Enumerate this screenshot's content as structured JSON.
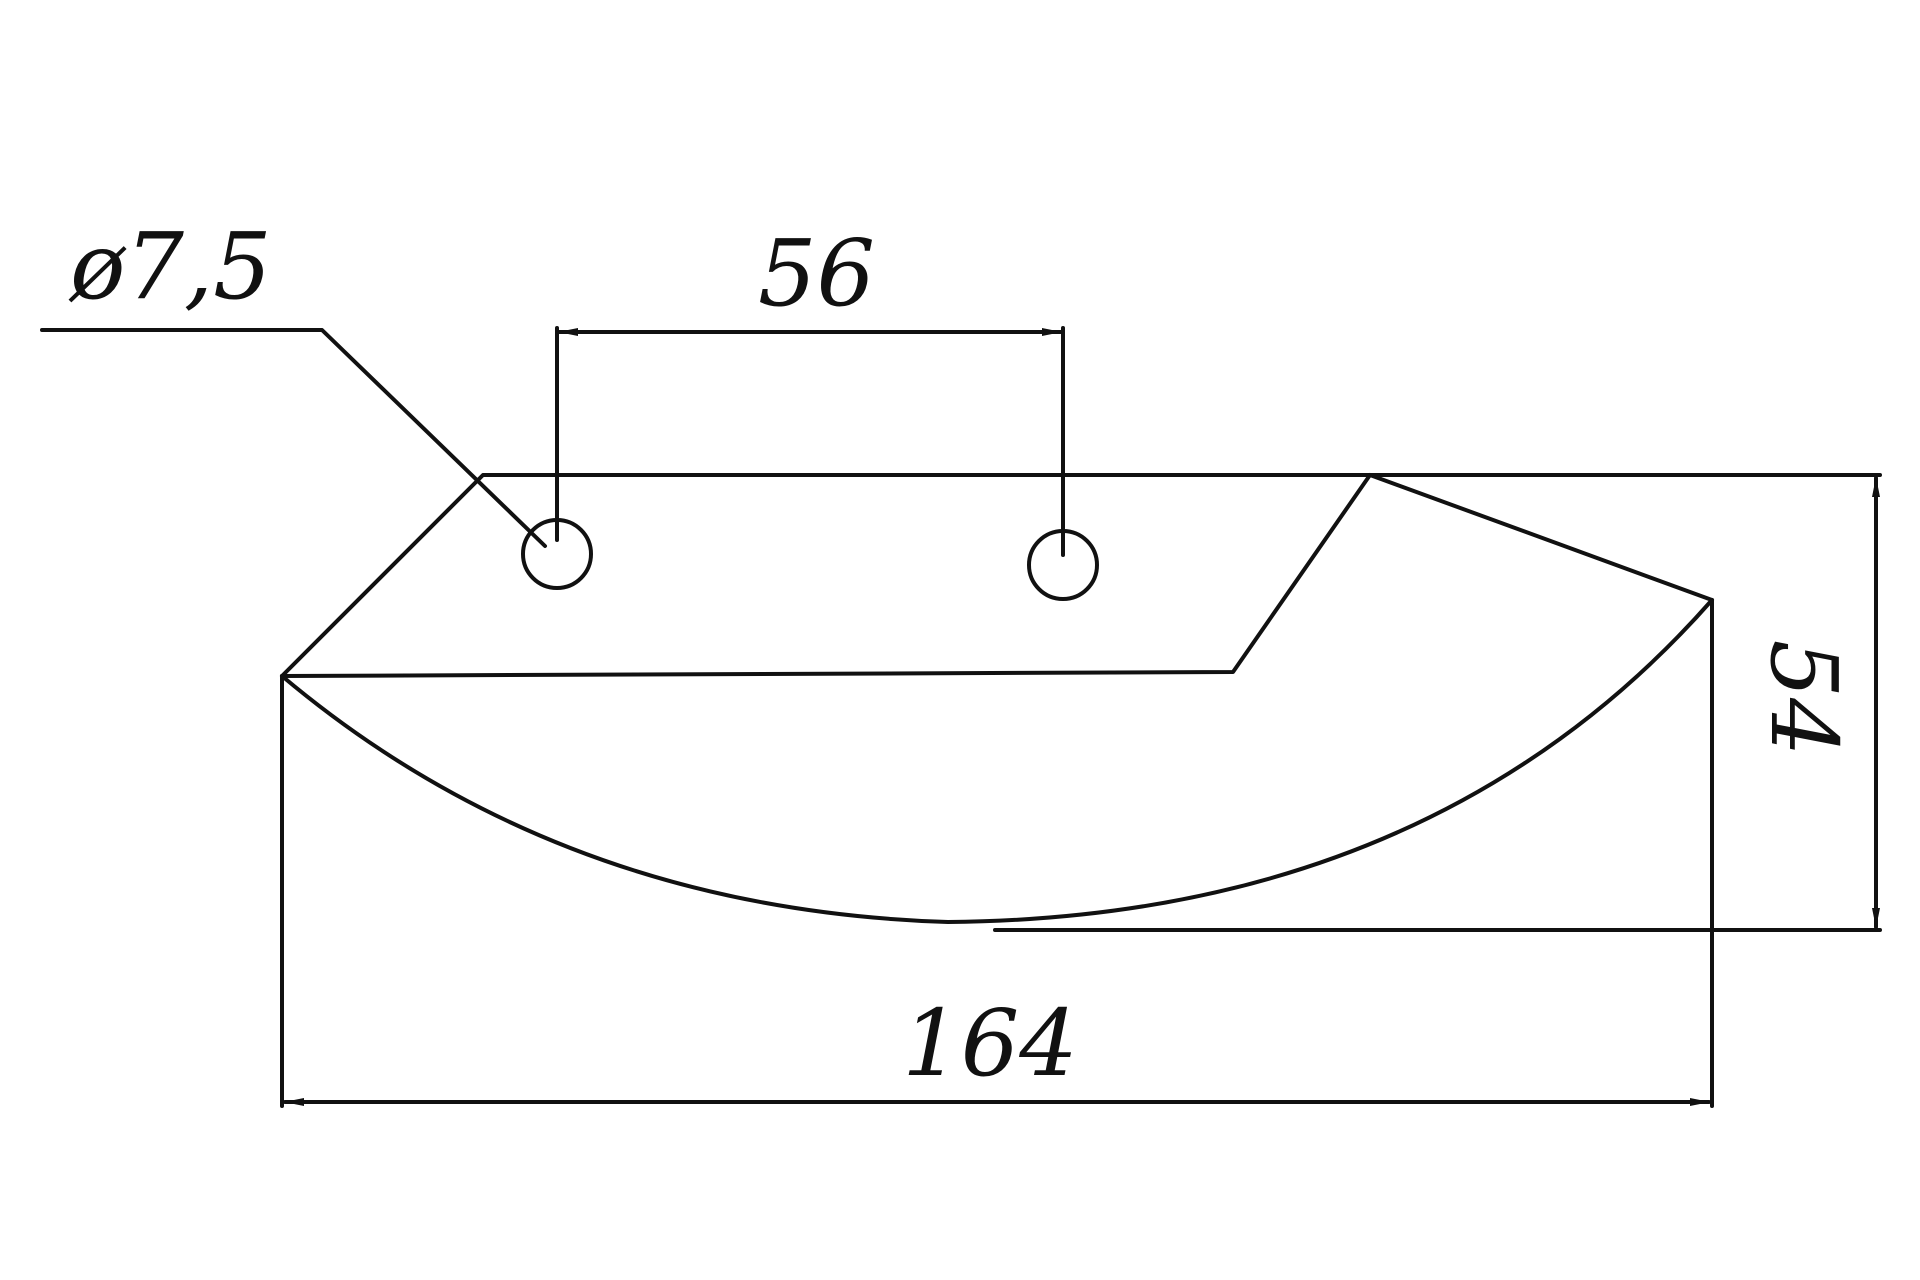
{
  "drawing": {
    "dimensions": {
      "hole_diameter": "ø7,5",
      "hole_spacing": "56",
      "overall_length": "164",
      "overall_height": "54"
    },
    "colors": {
      "line": "#111111",
      "background": "#ffffff"
    }
  }
}
